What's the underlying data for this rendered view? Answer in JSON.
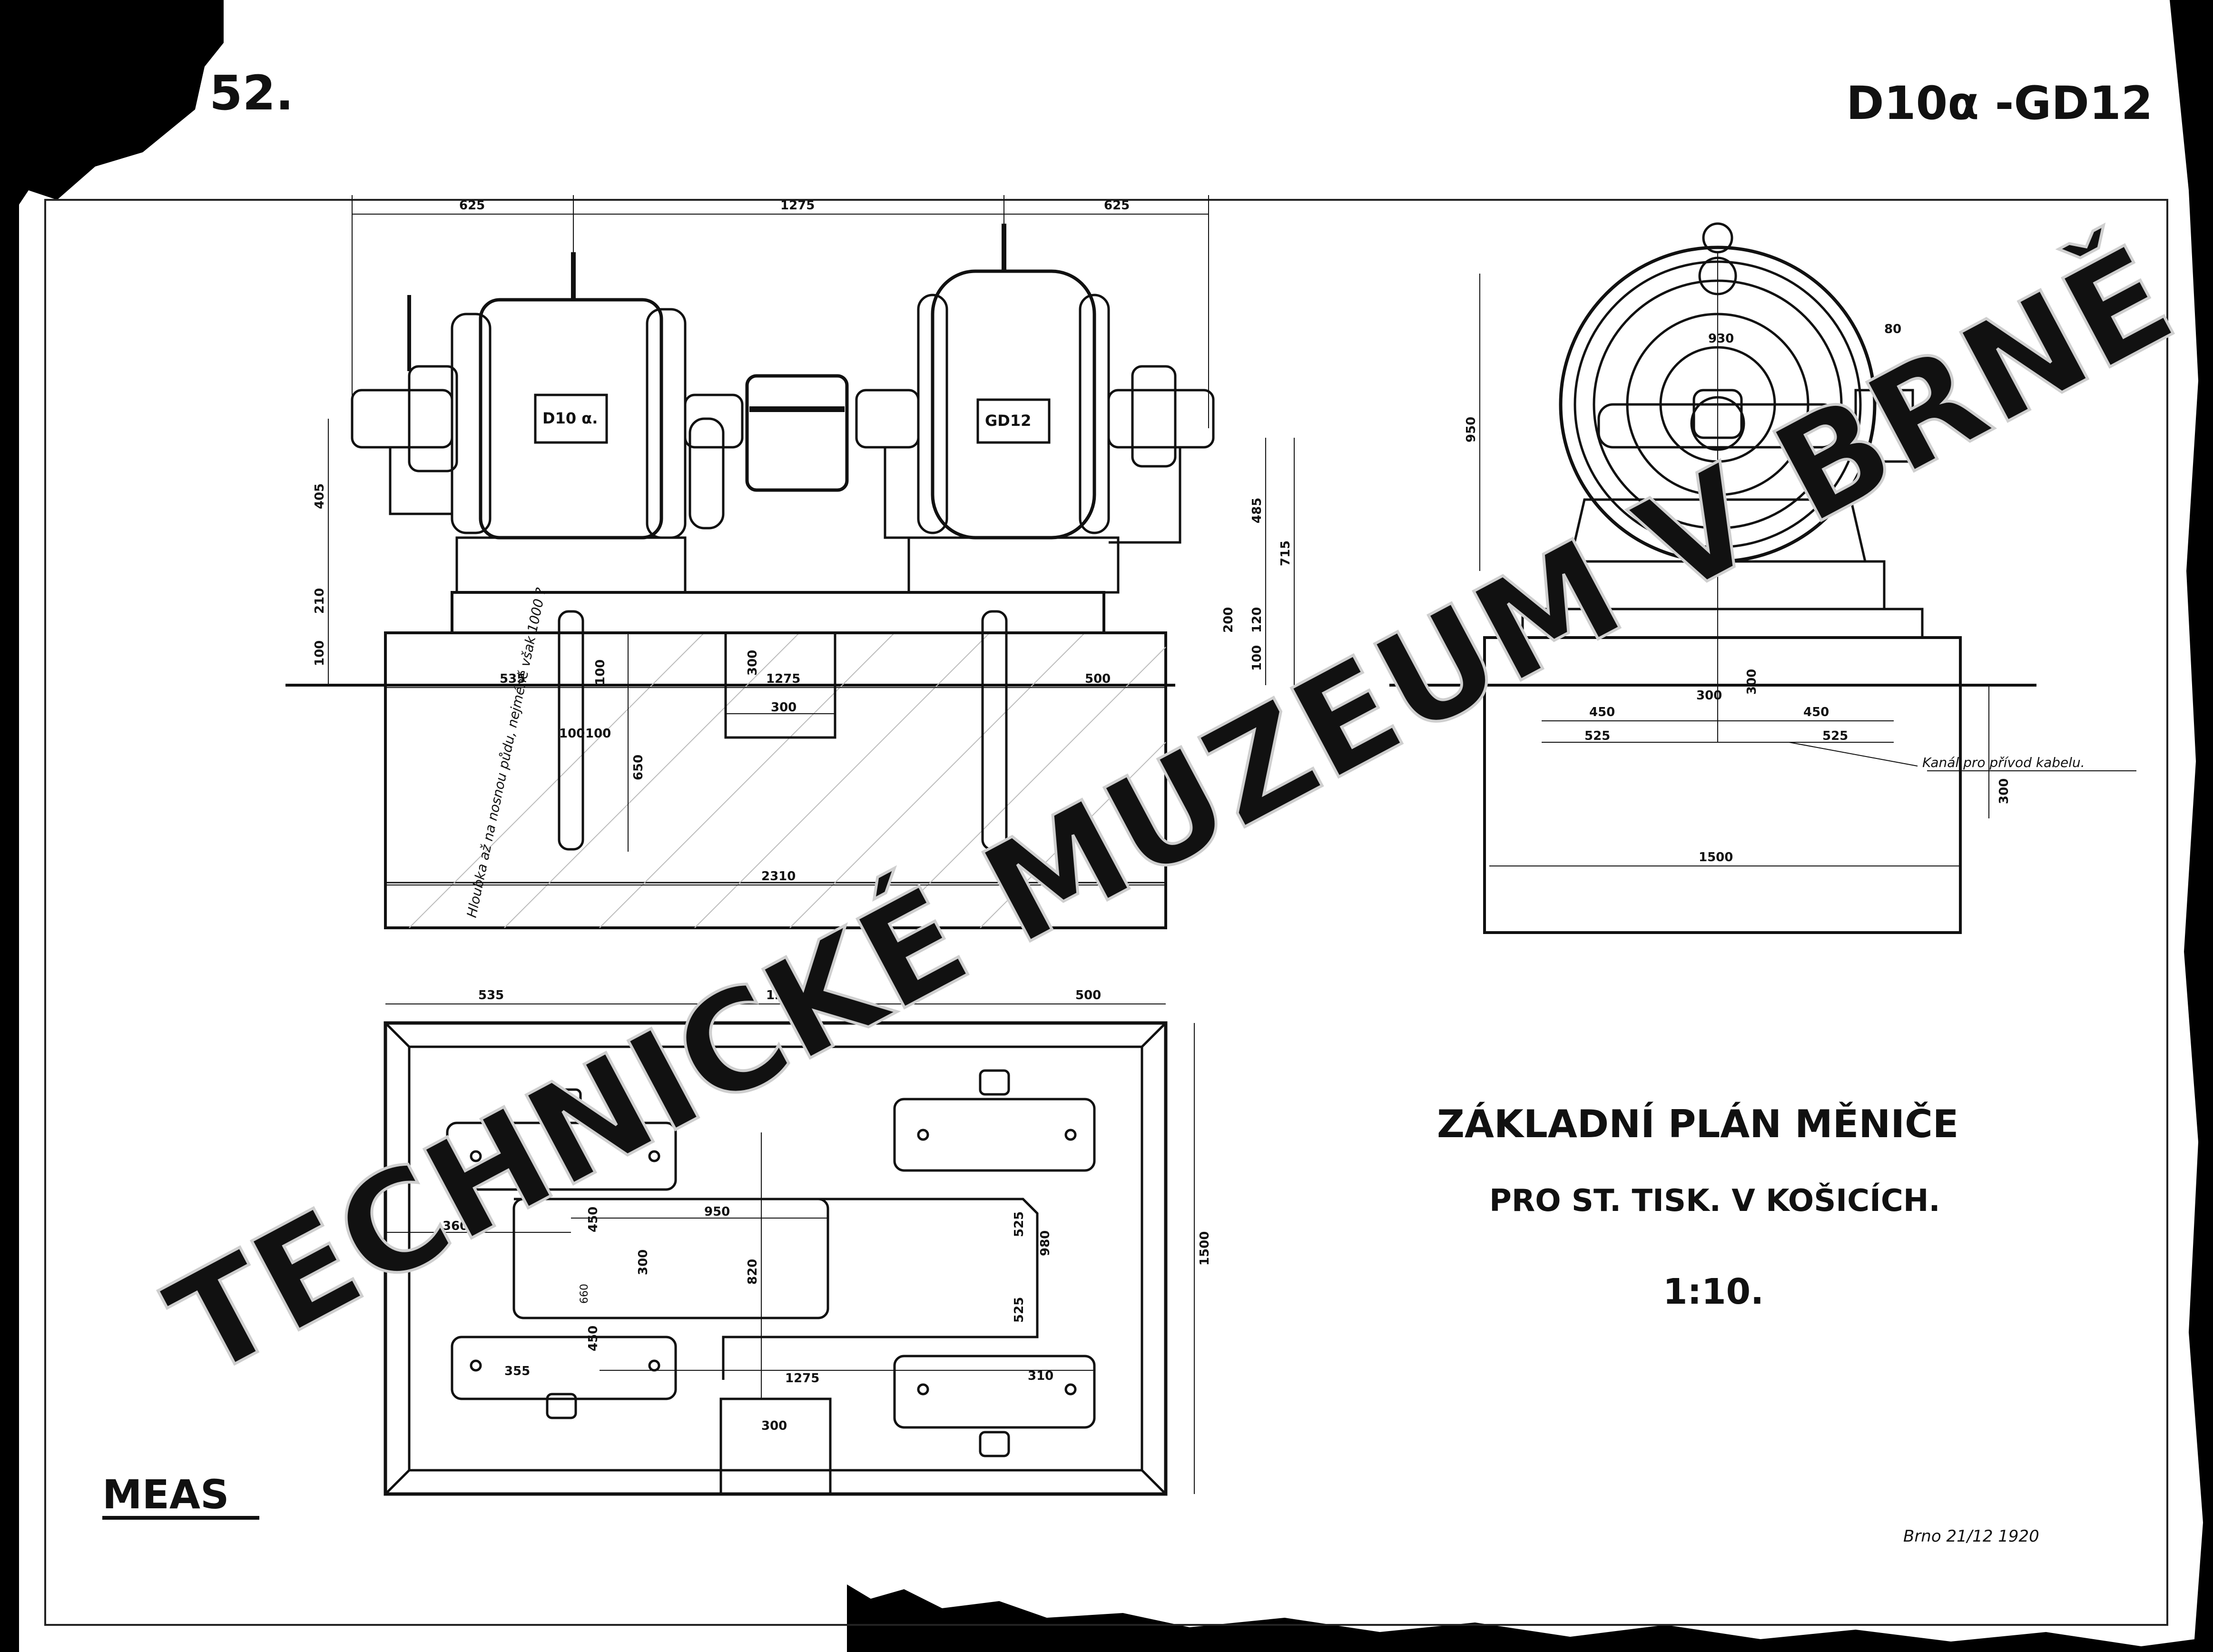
{
  "sheet": {
    "number": "52.",
    "code": "D10α -GD12",
    "maker": "MEAS",
    "watermark": "TECHNICKÉ MUZEUM V BRNĚ",
    "signature": "Brno 21/12 1920"
  },
  "title": {
    "line1": "ZÁKLADNÍ PLÁN MĚNIČE",
    "line2": "PRO ST. TISK. V KOŠICÍCH.",
    "scale": "1:10."
  },
  "side_view": {
    "machine_left_label": "D10 α.",
    "machine_right_label": "GD12",
    "top_dims": [
      "625",
      "1275",
      "625"
    ],
    "left_heights": [
      "405",
      "210",
      "100"
    ],
    "right_heights": [
      "485",
      "715",
      "200",
      "120",
      "100"
    ],
    "foundation_dims": [
      "535",
      "1275",
      "500",
      "300",
      "300",
      "100",
      "100",
      "100",
      "650",
      "2310"
    ],
    "depth_note": "Hloubka až na nosnou půdu, nejméně však 1000 ?"
  },
  "end_view": {
    "dims": [
      "950",
      "930",
      "80",
      "450",
      "300",
      "450",
      "525",
      "525",
      "300",
      "300",
      "1500"
    ],
    "cable_note": "Kanál pro přívod kabelu."
  },
  "plan_view": {
    "top_dims": [
      "535",
      "1275",
      "500"
    ],
    "right_dim": "1500",
    "inner_dims": [
      "360",
      "450",
      "950",
      "300",
      "820",
      "525",
      "980",
      "525",
      "450",
      "355",
      "1275",
      "310",
      "300",
      "660"
    ]
  }
}
